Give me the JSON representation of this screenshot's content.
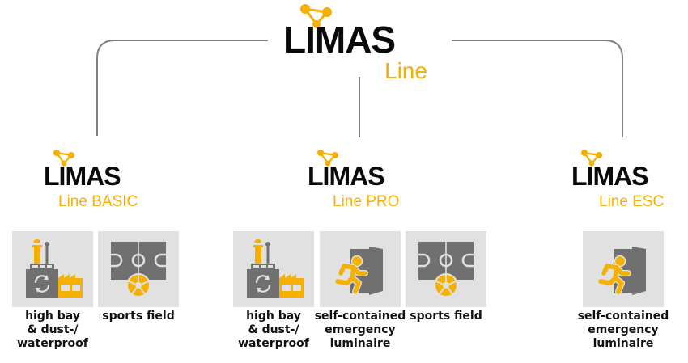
{
  "colors": {
    "accent": "#f5b000",
    "dark": "#0a0a0a",
    "icon_gray": "#707070",
    "tile_bg": "#e1e1e1",
    "connector": "#808080"
  },
  "root": {
    "brand": "LIMAS",
    "subtitle": "Line",
    "icon": "molecule-logo-icon"
  },
  "branches": [
    {
      "brand": "LIMAS",
      "subtitle": "Line BASIC",
      "applications": [
        {
          "icon": "factory-icon",
          "label": "high bay\n& dust-/\nwaterproof"
        },
        {
          "icon": "sports-field-icon",
          "label": "sports field"
        }
      ]
    },
    {
      "brand": "LIMAS",
      "subtitle": "Line PRO",
      "applications": [
        {
          "icon": "factory-icon",
          "label": "high bay\n& dust-/\nwaterproof"
        },
        {
          "icon": "emergency-exit-icon",
          "label": "self-contained\nemergency\nluminaire"
        },
        {
          "icon": "sports-field-icon",
          "label": "sports field"
        }
      ]
    },
    {
      "brand": "LIMAS",
      "subtitle": "Line ESC",
      "applications": [
        {
          "icon": "emergency-exit-icon",
          "label": "self-contained\nemergency\nluminaire"
        }
      ]
    }
  ]
}
